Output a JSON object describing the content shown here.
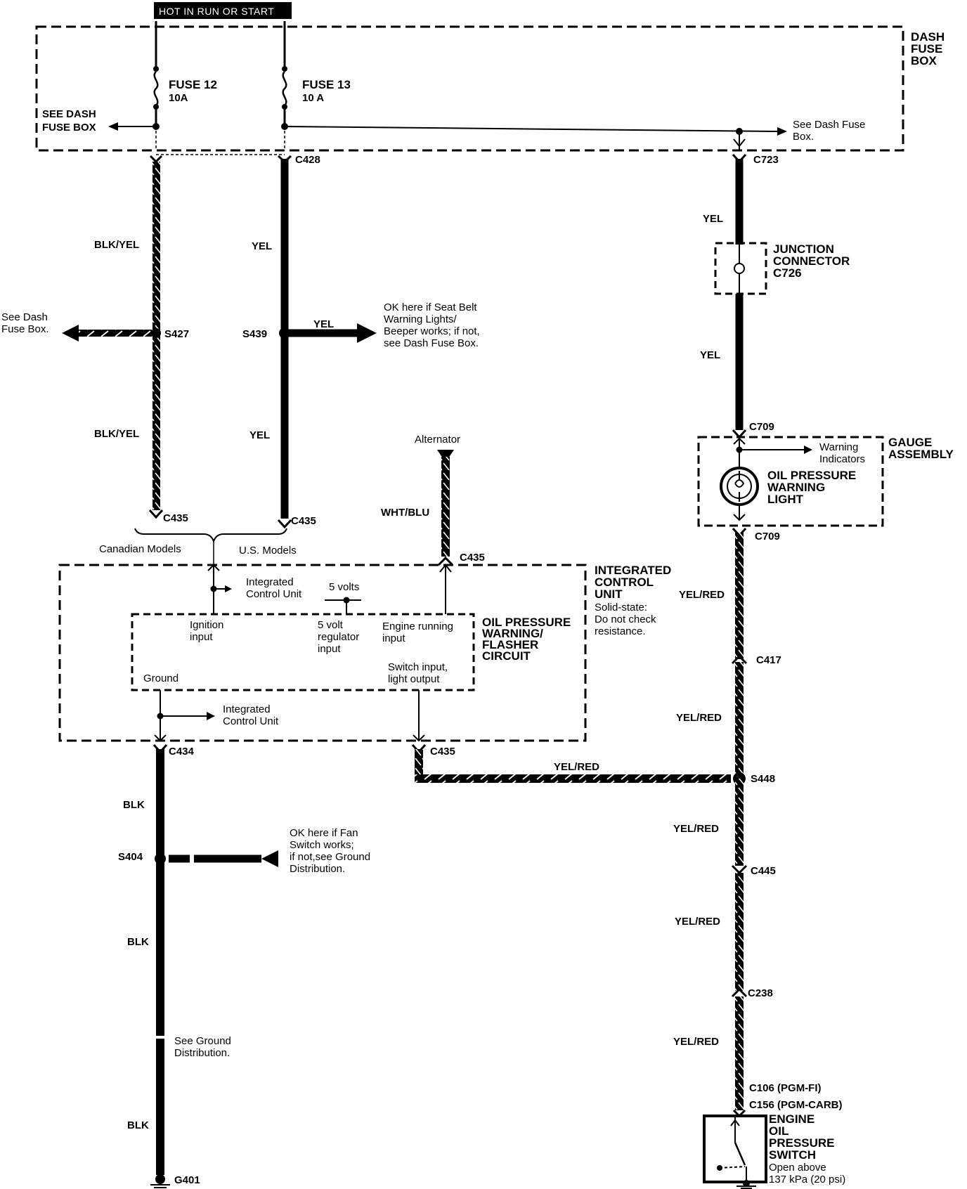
{
  "header": {
    "hot_label": "HOT IN RUN OR START"
  },
  "dash_fuse_box": {
    "title": [
      "DASH",
      "FUSE",
      "BOX"
    ],
    "fuse12": [
      "FUSE 12",
      "10A"
    ],
    "fuse13": [
      "FUSE 13",
      "10 A"
    ],
    "see_dash": [
      "SEE  DASH",
      "FUSE  BOX"
    ],
    "see_dash_right": [
      "See Dash Fuse",
      "Box."
    ]
  },
  "connectors": {
    "c428": "C428",
    "c723": "C723",
    "c435_left": "C435",
    "c435_right": "C435",
    "c435_alt": "C435",
    "c709_top": "C709",
    "c709_bottom": "C709",
    "c417": "C417",
    "c434": "C434",
    "c435_bottom": "C435",
    "c445": "C445",
    "c238": "C238",
    "c106": "C106 (PGM-FI)",
    "c156": "C156 (PGM-CARB)"
  },
  "splices": {
    "s427": "S427",
    "s439": "S439",
    "s448": "S448",
    "s404": "S404",
    "g401": "G401"
  },
  "wires": {
    "blk_yel_1": "BLK/YEL",
    "blk_yel_2": "BLK/YEL",
    "yel_1": "YEL",
    "yel_2": "YEL",
    "yel_arrow": "YEL",
    "yel_right_1": "YEL",
    "yel_right_2": "YEL",
    "wht_blu": "WHT/BLU",
    "yel_red_1": "YEL/RED",
    "yel_red_2": "YEL/RED",
    "yel_red_h": "YEL/RED",
    "yel_red_3": "YEL/RED",
    "yel_red_4": "YEL/RED",
    "yel_red_5": "YEL/RED",
    "blk_1": "BLK",
    "blk_2": "BLK",
    "blk_3": "BLK"
  },
  "notes": {
    "see_dash_s427": [
      "See Dash",
      "Fuse Box."
    ],
    "seat_belt": [
      "OK here if Seat Belt",
      "Warning Lights/",
      "Beeper works; if not,",
      "see Dash Fuse Box."
    ],
    "fan_switch": [
      "OK here if Fan",
      "Switch works;",
      "if not,see Ground",
      "Distribution."
    ],
    "see_ground": [
      "See Ground",
      "Distribution."
    ]
  },
  "junction": [
    "JUNCTION",
    "CONNECTOR",
    "C726"
  ],
  "models": {
    "canadian": "Canadian Models",
    "us": "U.S. Models"
  },
  "alternator": "Alternator",
  "gauge": {
    "title": [
      "GAUGE",
      "ASSEMBLY"
    ],
    "warning_indicators": [
      "Warning",
      "Indicators"
    ],
    "oil_light": [
      "OIL PRESSURE",
      "WARNING",
      "LIGHT"
    ]
  },
  "icu": {
    "title": [
      "INTEGRATED",
      "CONTROL",
      "UNIT"
    ],
    "note": [
      "Solid-state:",
      "Do not check",
      "resistance."
    ],
    "icu_top": [
      "Integrated",
      "Control Unit"
    ],
    "icu_bottom": [
      "Integrated",
      "Control Unit"
    ],
    "five_volts": "5 volts",
    "ignition": [
      "Ignition",
      "input"
    ],
    "regulator": [
      "5 volt",
      "regulator",
      "input"
    ],
    "engine_running": [
      "Engine running",
      "input"
    ],
    "switch_input": [
      "Switch input,",
      "light output"
    ],
    "ground": "Ground",
    "circuit": [
      "OIL PRESSURE",
      "WARNING/",
      "FLASHER",
      "CIRCUIT"
    ]
  },
  "switch": {
    "title": [
      "ENGINE",
      "OIL",
      "PRESSURE",
      "SWITCH"
    ],
    "note": [
      "Open above",
      "137 kPa (20 psi)"
    ]
  }
}
